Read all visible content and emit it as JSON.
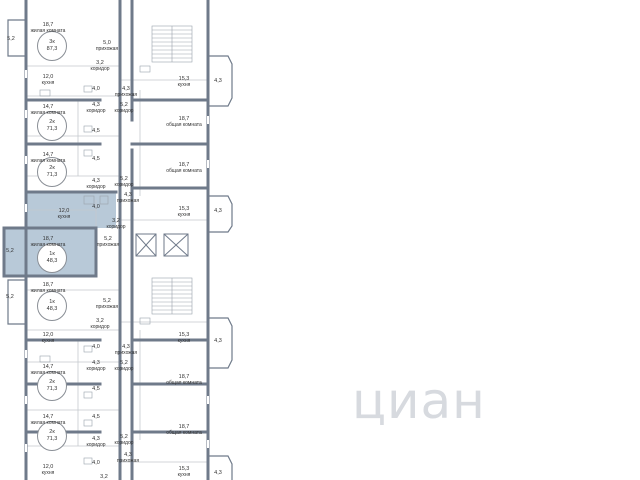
{
  "colors": {
    "wall": "#6f7a8a",
    "highlight": "#b8c9d8",
    "line": "#c5c9ce",
    "fixture": "#9aa2ac"
  },
  "watermark": "циан",
  "badges": [
    {
      "rooms": "3к",
      "area": "87,3"
    },
    {
      "rooms": "2к",
      "area": "71,3"
    },
    {
      "rooms": "2к",
      "area": "71,3"
    },
    {
      "rooms": "1к",
      "area": "48,3"
    },
    {
      "rooms": "1к",
      "area": "48,3"
    },
    {
      "rooms": "2к",
      "area": "71,3"
    },
    {
      "rooms": "2к",
      "area": "71,3"
    }
  ],
  "labels": {
    "l01": "5,2",
    "l02": "18,7",
    "l03": "жилая комната",
    "l04": "5,0",
    "l05": "прихожая",
    "l06": "3,2",
    "l07": "коридор",
    "l08": "12,0",
    "l09": "кухня",
    "l10": "4,3",
    "l11": "прихожая",
    "l12": "15,3",
    "l13": "кухня",
    "l14": "4,3",
    "l15": "4,0",
    "l16": "4,3",
    "l17": "коридор",
    "l18": "5,2",
    "l19": "коридор",
    "l20": "14,7",
    "l21": "жилая комната",
    "l22": "18,7",
    "l23": "общая комната",
    "l24": "4,5",
    "l25": "4,5",
    "l26": "14,7",
    "l27": "жилая комната",
    "l28": "18,7",
    "l29": "общая комната",
    "l30": "4,3",
    "l31": "коридор",
    "l32": "5,2",
    "l33": "коридор",
    "l34": "4,3",
    "l35": "прихожая",
    "l36": "12,0",
    "l37": "кухня",
    "l38": "4,0",
    "l39": "15,3",
    "l40": "кухня",
    "l41": "4,3",
    "l42": "3,2",
    "l43": "коридор",
    "l44": "18,7",
    "l45": "жилая комната",
    "l46": "5,2",
    "l47": "прихожая",
    "l48": "5,2",
    "l49": "5,2",
    "l50": "18,7",
    "l51": "жилая комната",
    "l52": "5,2",
    "l53": "прихожая",
    "l54": "3,2",
    "l55": "коридор",
    "l56": "12,0",
    "l57": "кухня",
    "l58": "15,3",
    "l59": "кухня",
    "l60": "4,3",
    "l61": "4,0",
    "l62": "4,3",
    "l63": "прихожая",
    "l64": "14,7",
    "l65": "жилая комната",
    "l66": "4,3",
    "l67": "коридор",
    "l68": "5,2",
    "l69": "коридор",
    "l70": "18,7",
    "l71": "общая комната",
    "l72": "4,5",
    "l73": "4,5",
    "l74": "14,7",
    "l75": "жилая комната",
    "l76": "18,7",
    "l77": "общая комната",
    "l78": "4,3",
    "l79": "коридор",
    "l80": "5,2",
    "l81": "коридор",
    "l82": "12,0",
    "l83": "кухня",
    "l84": "4,0",
    "l85": "4,3",
    "l86": "прихожая",
    "l87": "15,3",
    "l88": "кухня",
    "l89": "4,3",
    "l90": "3,2"
  }
}
